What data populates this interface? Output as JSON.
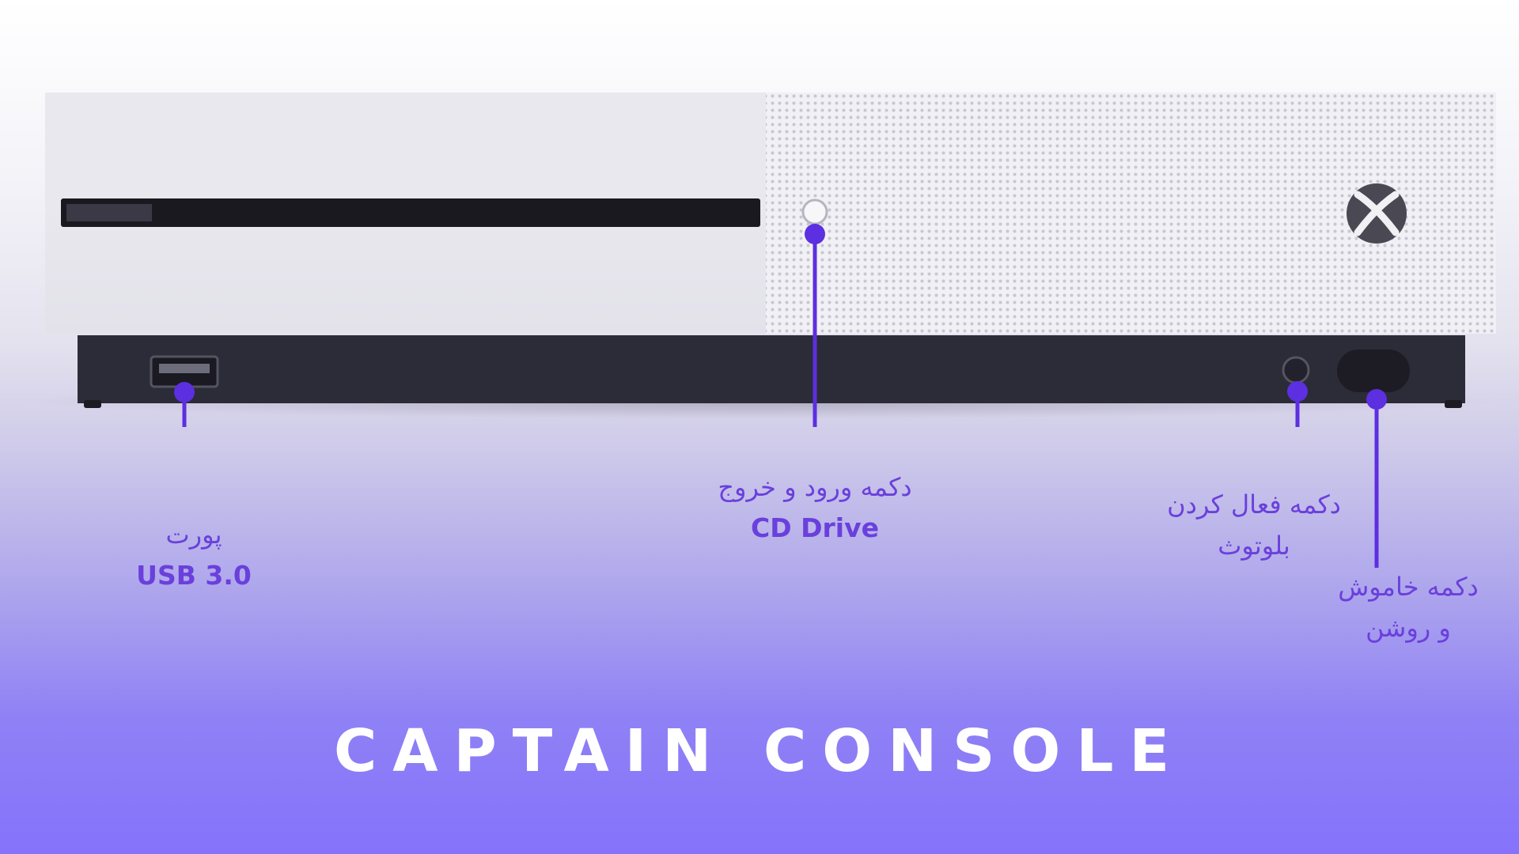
{
  "callouts": {
    "usb": {
      "line1": "پورت",
      "line2": "USB 3.0"
    },
    "cd_drive": {
      "line1": "دکمه ورود و خروج",
      "line2": "CD Drive"
    },
    "bluetooth": {
      "line1": "دکمه فعال کردن",
      "line2": "بلوتوث"
    },
    "power": {
      "line1": "دکمه خاموش",
      "line2": "و روشن"
    }
  },
  "brand": {
    "text": "CAPTAIN CONSOLE"
  },
  "icons": [
    "xbox-logo-icon",
    "usb-port-icon",
    "eject-button-icon",
    "bluetooth-button-icon",
    "power-button-icon"
  ],
  "colors": {
    "accent": "#5c2fe0",
    "label": "#6a40dc",
    "console_body": "#eceaf1",
    "console_base": "#2c2b38",
    "brand_text": "#ffffff"
  }
}
